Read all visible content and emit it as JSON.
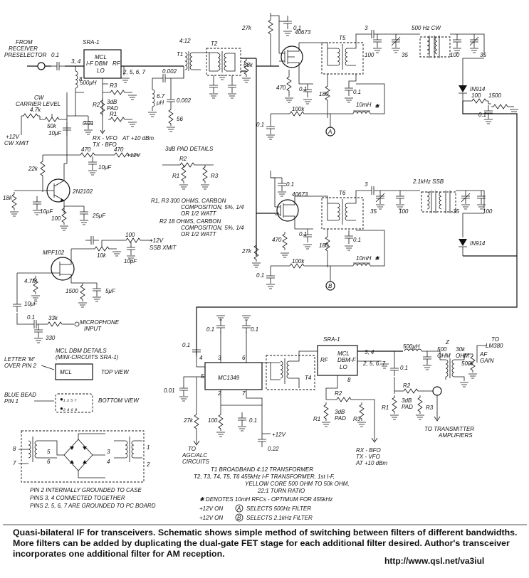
{
  "receiver": {
    "label_line1": "FROM",
    "label_line2": "RECEIVER",
    "label_line3": "PRESELECTOR",
    "cap_in": "0.1",
    "pins_if": "3, 4",
    "if_label": "I-F",
    "pin_b": "8",
    "choke": "500μH"
  },
  "sra1_top": {
    "title": "SRA-1",
    "line1": "MCL",
    "line2": "DBM",
    "line3": "LO",
    "rf": "RF",
    "pins_rf": "2, 5, 6, 7",
    "r3": "R3",
    "r2": "R2",
    "r1": "R1",
    "pad": "3dB",
    "pad2": "PAD",
    "vfo1": "RX - VFO",
    "vfo2": "TX - BFO",
    "vfo_level": "AT +10 dBm"
  },
  "cw_carrier": {
    "line1": "CW",
    "line2": "CARRIER LEVEL",
    "r_47k": "4.7k",
    "pot_50k": "50k",
    "c_10uf": "10μF",
    "c_001": "0.01",
    "supply1": "+12V",
    "supply2": "CW XMIT"
  },
  "t1": {
    "ratio": "4:12",
    "name": "T1",
    "c1": "0.002",
    "c2": "0.002",
    "l1": "6.7",
    "l1b": "μH",
    "r56": "56"
  },
  "t2": {
    "name": "T2",
    "r68k": "68k"
  },
  "stage500": {
    "r27k": "27k",
    "c01": "0.1",
    "fet": "40673",
    "t5": "T5",
    "c3": "3",
    "filter": "500 Hz  CW",
    "c100a": "100",
    "c35a": "35",
    "c100b": "100",
    "c35b": "35",
    "r470": "470",
    "c01b": "0.1",
    "r180": "180",
    "c01c": "0.1",
    "r100k": "100k",
    "rfc": "10mH",
    "star": "✱",
    "c01d": "0.1",
    "node": "A",
    "diode": "IN914",
    "r100": "100",
    "r1500": "1500",
    "c01e": "0.1"
  },
  "stage21": {
    "r27k": "27k",
    "c01": "0.1",
    "fet": "40673",
    "t6": "T6",
    "c3": "3",
    "filter": "2.1kHz  SSB",
    "c35a": "35",
    "c100a": "100",
    "c35b": "35",
    "c100b": "100",
    "r470": "470",
    "c01b": "0.1",
    "r180": "180",
    "c01c": "0.1",
    "r100k": "100k",
    "rfc": "10mH",
    "star": "✱",
    "c01d": "0.1",
    "node": "B",
    "diode": "IN914"
  },
  "carrier_amp": {
    "r470a": "470",
    "r470b": "470",
    "supply": "+12V",
    "c10": "10μF",
    "r22k": "22k",
    "r18k": "18k",
    "transistor": "2N2102",
    "c10b": "10μF",
    "r100": "100",
    "c25": "25μF"
  },
  "pad_details": {
    "title": "3dB PAD DETAILS",
    "r2": "R2",
    "r1": "R1",
    "r3": "R3",
    "note1a": "R1, R3    300  OHMS, CARBON",
    "note1b": "COMPOSITION, 5%, 1/4",
    "note1c": "OR  1/2 WATT",
    "note2a": "R2    18  OHMS, CARBON",
    "note2b": "COMPOSITION, 5%, 1/4",
    "note2c": "OR  1/2  WATT"
  },
  "mic_amp": {
    "fet": "MPF102",
    "pot": "10k",
    "r100": "100",
    "supply1": "+12V",
    "supply2": "SSB  XMIT",
    "c10": "10μF",
    "r47m": "4.7M",
    "r1500": "1500",
    "c5": "5μF",
    "c10b": "10μF",
    "c01": "0.1",
    "r33k": "33k",
    "c330": "330",
    "mic1": "MICROPHONE",
    "mic2": "INPUT"
  },
  "mcl_details": {
    "letter1": "LETTER  'M'",
    "letter2": "OVER PIN 2",
    "title1": "MCL DBM  DETAILS",
    "title2": "(MINI-CIRCUITS  SRA-1)",
    "mcl": "MCL",
    "top": "TOP VIEW",
    "bead1": "BLUE BEAD",
    "bead2": "PIN  1",
    "bottom": "BOTTOM  VIEW",
    "pins_top": [
      "1",
      "3",
      "5",
      "7"
    ],
    "pins_bot": [
      "2",
      "4",
      "6",
      "8"
    ]
  },
  "bridge": {
    "p8": "8",
    "p7": "7",
    "p5": "5",
    "p6": "6",
    "p3": "3",
    "p4": "4",
    "p1": "1",
    "p2": "2"
  },
  "pin_notes": [
    "PIN 2  INTERNALLY  GROUNDED  TO  CASE",
    "PINS 3, 4  CONNECTED  TOGETHER",
    "PINS  2, 5, 6, 7  ARE  GROUNDED  TO  PC BOARD"
  ],
  "mc1349": {
    "name": "MC1349",
    "c01a": "0.1",
    "c01b": "0.1",
    "c01c": "0.1",
    "pin3": "3",
    "pin6": "6",
    "pin4": "4",
    "pin5": "5",
    "pin2": "2",
    "pin7": "7",
    "c001": "0.01",
    "r27k": "27k",
    "r100": "100",
    "c01d": "0.1",
    "supply": "+12V",
    "c022": "0.22",
    "agc1": "TO",
    "agc2": "AGC/ALC",
    "agc3": "CIRCUITS",
    "t4": "T4"
  },
  "sra1_bottom": {
    "title": "SRA-1",
    "line1": "MCL",
    "line2": "DBM",
    "line3": "LO",
    "rf": "RF",
    "if_label": "I-F",
    "pins_if": "3, 4",
    "pins_gnd": "2, 5, 6, 7",
    "pin8": "8",
    "r2": "R2",
    "r1": "R1",
    "r3": "R3",
    "pad": "3dB",
    "pad2": "PAD",
    "vfo1": "RX - BFO",
    "vfo2": "TX - VFO",
    "vfo3": "AT +10 dBm"
  },
  "audio_out": {
    "choke": "500μH",
    "c01": "0.1",
    "z": "Z",
    "z1": "500",
    "z1b": "OHM",
    "z2": "30k",
    "z2b": "OHM",
    "pot": "500k",
    "af1": "AF",
    "af2": "GAIN",
    "to": "TO",
    "lm": "LM380",
    "r2": "R2",
    "pad": "3dB",
    "pad2": "PAD",
    "r1": "R1",
    "r3": "R3",
    "tx1": "TO TRANSMITTER",
    "tx2": "AMPLIFIERS"
  },
  "legend": {
    "t1": "T1    BROADBAND  4:12  TRANSFORMER",
    "t2a": "T2, T3, T4, T5, T6  455kHz  I-F  TRANSFORMER,  1st  I-F,",
    "t2b": "YELLOW  CORE   500  OHM  TO  50k  OHM,",
    "t2c": "22:1  TURN  RATIO",
    "rfc": "✱  DENOTES   10mH  RFCs - OPTIMUM  FOR  455kHz",
    "sela_pre": "+12V  ON",
    "sela_node": "A",
    "sela_post": "SELECTS  500Hz  FILTER",
    "selb_pre": "+12V  ON",
    "selb_node": "B",
    "selb_post": "SELECTS  2.1kHz  FILTER"
  },
  "caption": "Quasi-bilateral IF for transceivers. Schematic shows simple method of switching between filters of different bandwidths. More filters can be added by duplicating the dual-gate FET stage for each additional filter desired. Author's transceiver incorporates one additional filter for AM reception.",
  "url": "http://www.qsl.net/va3iul"
}
